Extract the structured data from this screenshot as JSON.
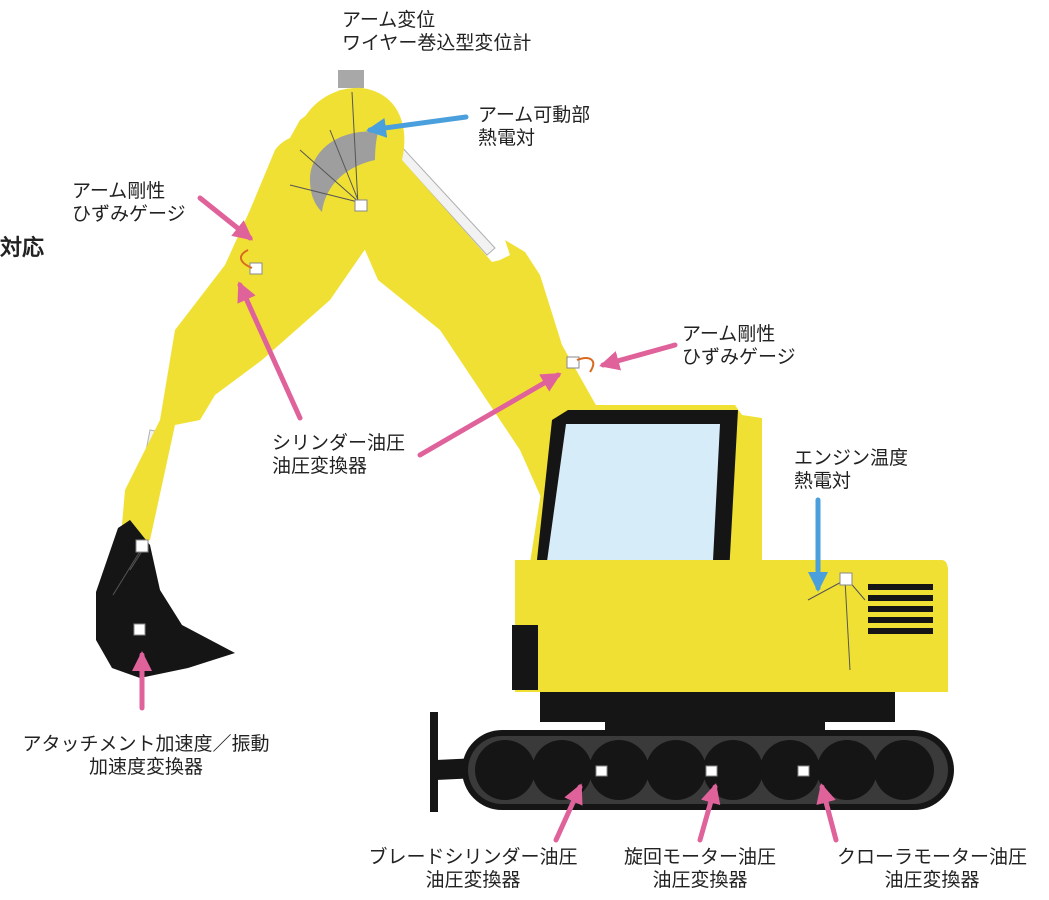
{
  "cut_text": "対応",
  "colors": {
    "body_yellow": "#F0E033",
    "outline": "#1A1A1A",
    "window_blue": "#D6ECF8",
    "pink_arrow": "#E0629A",
    "blue_arrow": "#4A9FDD",
    "sensor_grey": "#BDBDBD"
  },
  "labels": {
    "arm_displacement": {
      "line1": "アーム変位",
      "line2": "ワイヤー巻込型変位計"
    },
    "arm_moving": {
      "line1": "アーム可動部",
      "line2": "熱電対"
    },
    "arm_rigidity_left": {
      "line1": "アーム剛性",
      "line2": "ひずみゲージ"
    },
    "arm_rigidity_right": {
      "line1": "アーム剛性",
      "line2": "ひずみゲージ"
    },
    "cylinder_pressure": {
      "line1": "シリンダー油圧",
      "line2": "油圧変換器"
    },
    "engine_temp": {
      "line1": "エンジン温度",
      "line2": "熱電対"
    },
    "attachment_accel": {
      "line1": "アタッチメント加速度／振動",
      "line2": "加速度変換器"
    },
    "blade_cylinder": {
      "line1": "ブレードシリンダー油圧",
      "line2": "油圧変換器"
    },
    "swing_motor": {
      "line1": "旋回モーター油圧",
      "line2": "油圧変換器"
    },
    "crawler_motor": {
      "line1": "クローラモーター油圧",
      "line2": "油圧変換器"
    }
  }
}
